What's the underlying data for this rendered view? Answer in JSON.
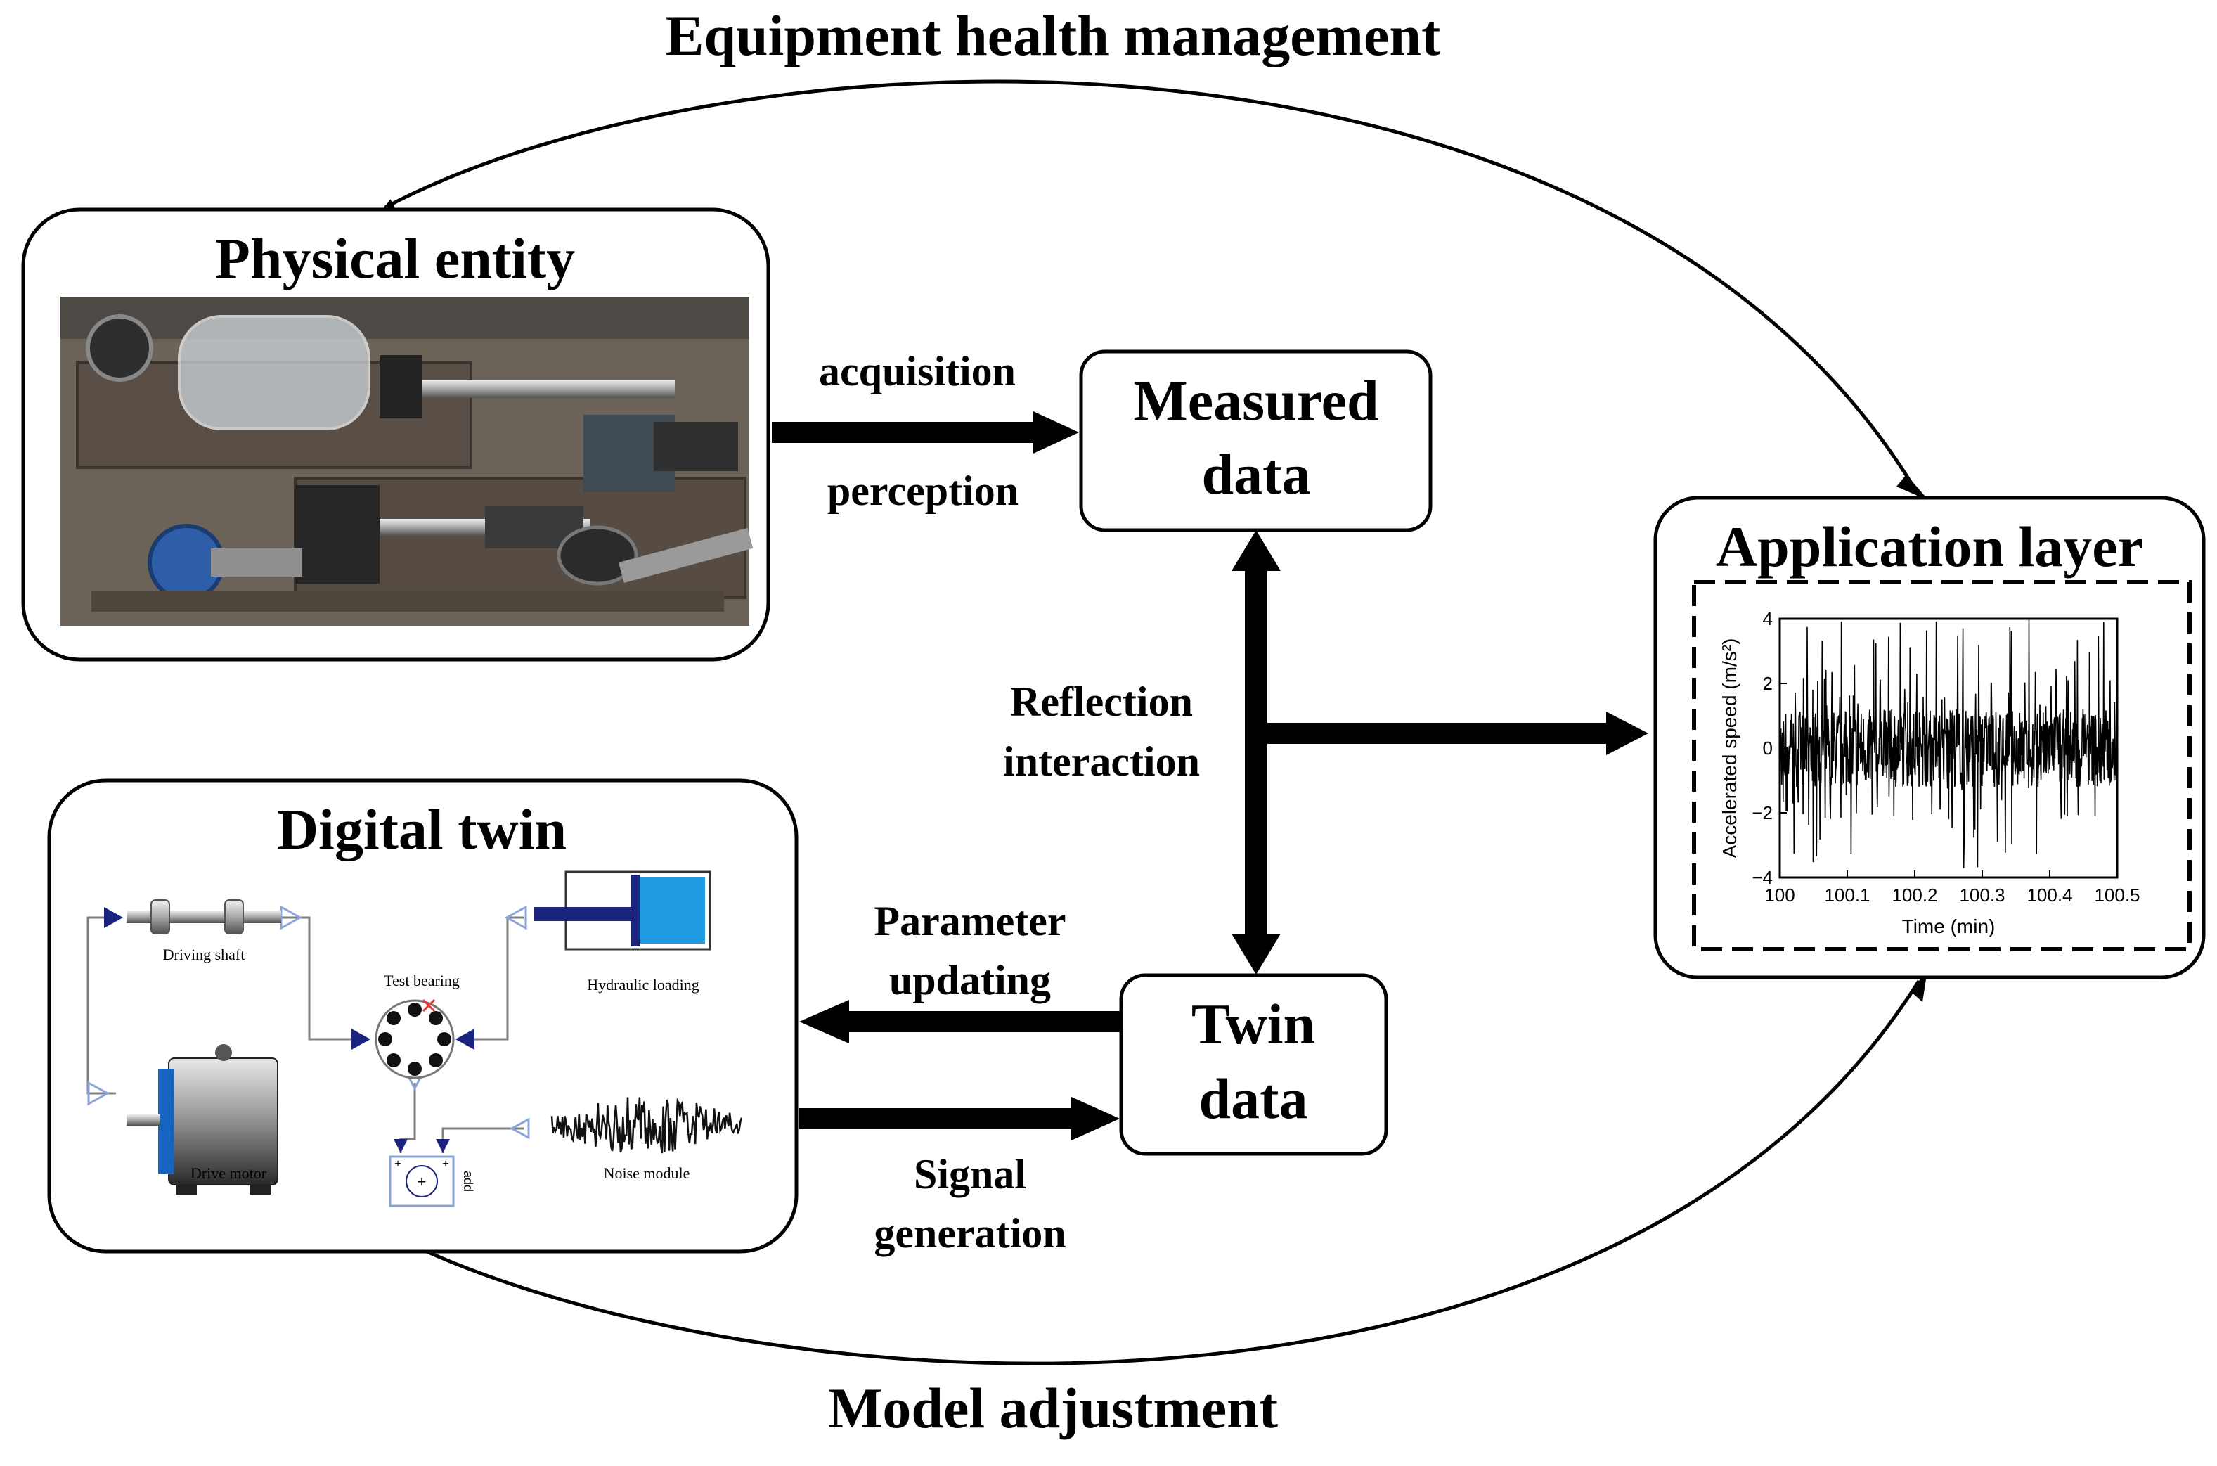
{
  "title_top": "Equipment health management",
  "title_bottom": "Model adjustment",
  "physical_entity": {
    "title": "Physical entity"
  },
  "measured_data": {
    "line1": "Measured",
    "line2": "data"
  },
  "twin_data": {
    "line1": "Twin",
    "line2": "data"
  },
  "digital_twin": {
    "title": "Digital twin",
    "labels": {
      "driving_shaft": "Driving shaft",
      "test_bearing": "Test bearing",
      "hydraulic_loading": "Hydraulic loading",
      "drive_motor": "Drive motor",
      "noise_module": "Noise module",
      "add": "add"
    }
  },
  "application_layer": {
    "title": "Application layer"
  },
  "edges": {
    "acquisition": "acquisition",
    "perception": "perception",
    "reflection": "Reflection",
    "interaction": "interaction",
    "parameter": "Parameter",
    "updating": "updating",
    "signal": "Signal",
    "generation": "generation"
  },
  "chart_data": {
    "type": "line",
    "xlabel": "Time (min)",
    "ylabel": "Accelerated speed (m/s²)",
    "xlim": [
      100,
      100.5
    ],
    "ylim": [
      -4,
      4
    ],
    "xticks": [
      "100",
      "100.1",
      "100.2",
      "100.3",
      "100.4",
      "100.5"
    ],
    "yticks": [
      "4",
      "2",
      "0",
      "−2",
      "−4"
    ],
    "grid": false
  }
}
